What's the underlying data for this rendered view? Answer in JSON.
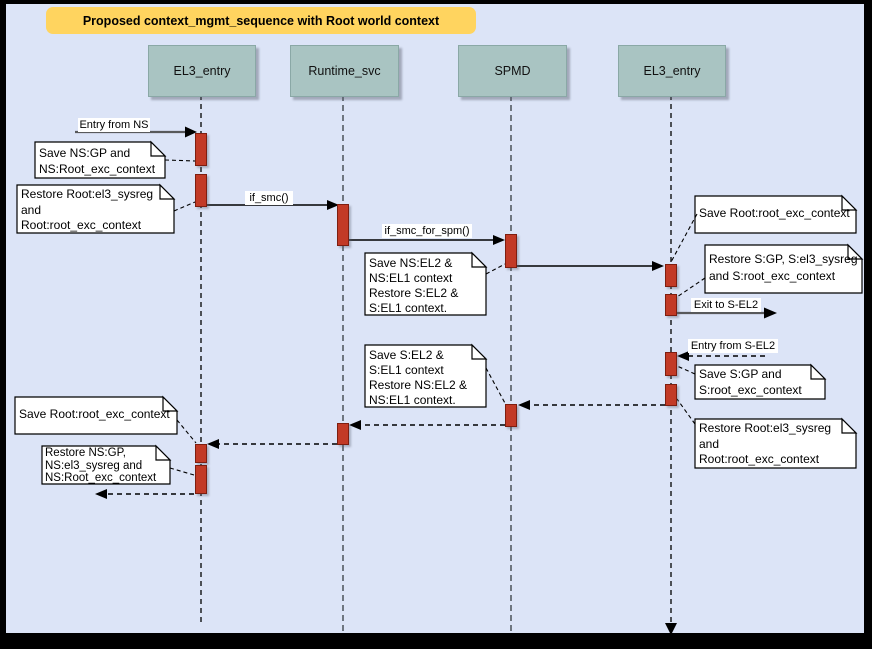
{
  "title": "Proposed context_mgmt_sequence with Root world context",
  "participants": [
    {
      "label": "EL3_entry"
    },
    {
      "label": "Runtime_svc"
    },
    {
      "label": "SPMD"
    },
    {
      "label": "EL3_entry"
    }
  ],
  "messages": {
    "entry_from_ns": "Entry from NS",
    "if_smc": "if_smc()",
    "if_smc_for_spm": "if_smc_for_spm()",
    "exit_to_s_el2": "Exit to S-EL2",
    "entry_from_s_el2": "Entry from S-EL2"
  },
  "notes": [
    {
      "text": "Save NS:GP and\nNS:Root_exc_context"
    },
    {
      "text": "Restore Root:el3_sysreg\nand\nRoot:root_exc_context"
    },
    {
      "text": "Save NS:EL2 &\nNS:EL1 context\nRestore S:EL2 &\nS:EL1 context."
    },
    {
      "text": "Save Root:root_exc_context"
    },
    {
      "text": "Restore S:GP, S:el3_sysreg\nand S:root_exc_context"
    },
    {
      "text": "Save S:GP and\nS:root_exc_context"
    },
    {
      "text": "Restore Root:el3_sysreg\nand\nRoot:root_exc_context"
    },
    {
      "text": "Save S:EL2 &\nS:EL1 context\nRestore NS:EL2 &\nNS:EL1 context."
    },
    {
      "text": "Save Root:root_exc_context"
    },
    {
      "text": "Restore NS:GP,\nNS:el3_sysreg and\nNS:Root_exc_context"
    }
  ],
  "colors": {
    "frame": "#000000",
    "bg": "#dce4f7",
    "title-bg": "#ffd45f",
    "participant-bg": "#a9c4c2",
    "participant-border": "#8aa8a6",
    "activation": "#c23a26",
    "activation-border": "#7e1e10",
    "note-bg": "#ffffff",
    "gray-line": "#58595b"
  }
}
